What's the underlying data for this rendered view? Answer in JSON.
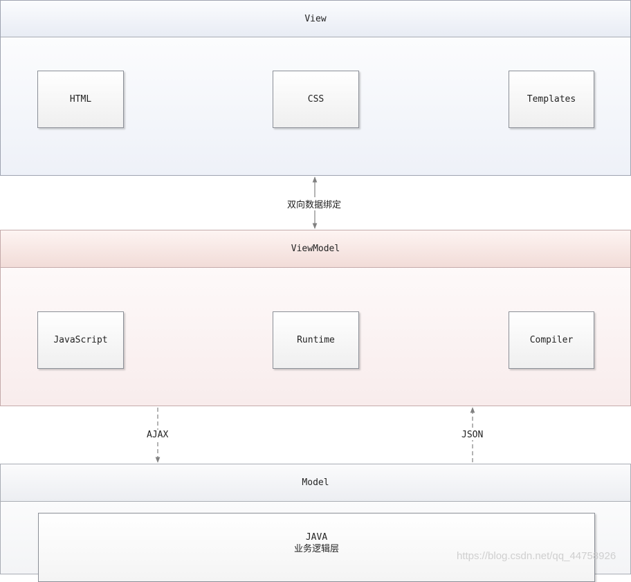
{
  "view": {
    "title": "View",
    "components": [
      "HTML",
      "CSS",
      "Templates"
    ]
  },
  "binding_label": "双向数据绑定",
  "viewmodel": {
    "title": "ViewModel",
    "components": [
      "JavaScript",
      "Runtime",
      "Compiler"
    ]
  },
  "request_label": "AJAX",
  "response_label": "JSON",
  "model": {
    "title": "Model",
    "component_line1": "JAVA",
    "component_line2": "业务逻辑层"
  },
  "watermark": "https://blog.csdn.net/qq_44758926",
  "colors": {
    "view_tint": "#eef1f8",
    "viewmodel_tint": "#f8ecec",
    "model_tint": "#f3f4f6",
    "connector": "#808080"
  }
}
